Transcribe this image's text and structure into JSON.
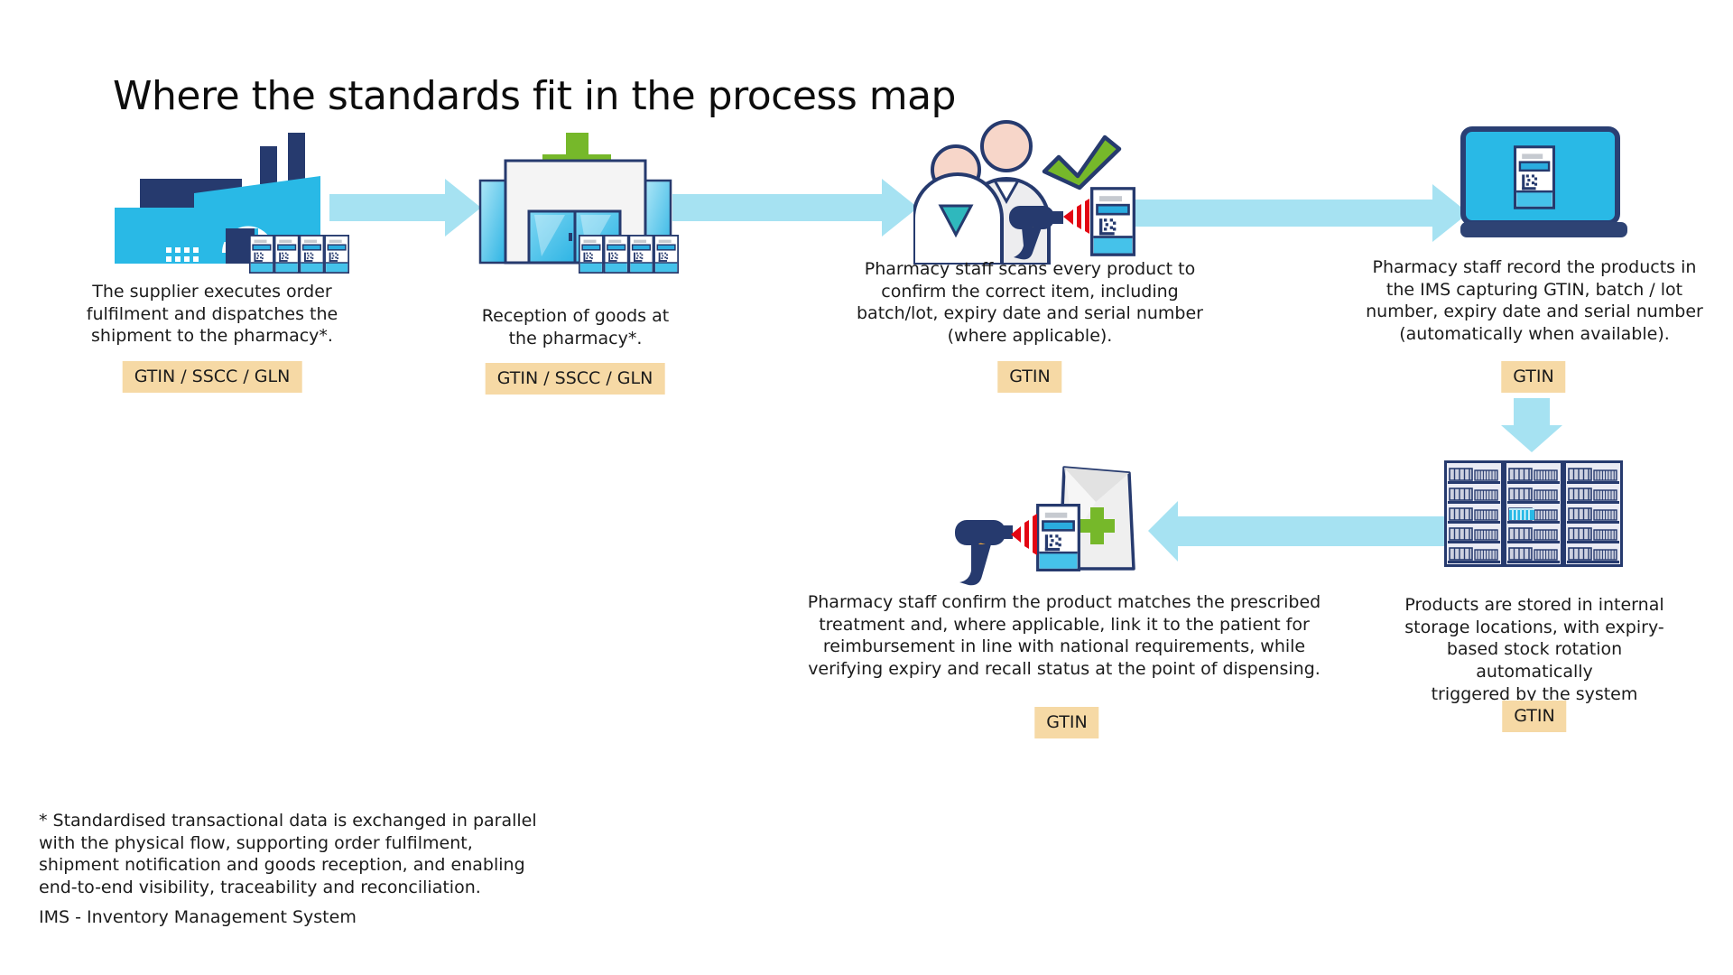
{
  "title": "Where the standards fit in the process map",
  "steps": [
    {
      "label": "supplier-dispatch",
      "icon": "factory-icon",
      "text": "The supplier executes order\nfulfilment and dispatches the\nshipment to the pharmacy*.",
      "badge": "GTIN / SSCC / GLN"
    },
    {
      "label": "goods-reception",
      "icon": "pharmacy-building-icon",
      "text": "Reception of goods at\nthe pharmacy*.",
      "badge": "GTIN / SSCC / GLN"
    },
    {
      "label": "product-scanning",
      "icon": "staff-scanning-icon",
      "text": "Pharmacy staff scans every product to\nconfirm the correct item, including\nbatch/lot, expiry date and serial number\n(where applicable).",
      "badge": "GTIN"
    },
    {
      "label": "ims-recording",
      "icon": "laptop-ims-icon",
      "text": "Pharmacy staff record the products in\nthe IMS capturing GTIN, batch / lot\nnumber, expiry date and serial number\n(automatically when available).",
      "badge": "GTIN"
    },
    {
      "label": "internal-storage",
      "icon": "storage-shelves-icon",
      "text": "Products are stored in internal\nstorage locations, with expiry-\nbased stock rotation automatically\ntriggered by the system",
      "badge": "GTIN"
    },
    {
      "label": "dispensing-verification",
      "icon": "scanner-dispensing-icon",
      "text": "Pharmacy staff confirm the product matches the prescribed\ntreatment and, where applicable, link it to the patient for\nreimbursement in line with national requirements, while\nverifying expiry and recall status at the point of dispensing.",
      "badge": "GTIN"
    }
  ],
  "footnote": "* Standardised transactional data is exchanged in parallel\nwith the physical flow, supporting order fulfilment,\nshipment notification and goods reception, and enabling\nend-to-end visibility, traceability and reconciliation.",
  "ims_definition": "IMS - Inventory Management System",
  "colors": {
    "arrow": "#A6E2F2",
    "accent_cyan": "#29B9E6",
    "navy_outline": "#263A6E",
    "green": "#76B82A",
    "badge_bg": "#F6D9A5",
    "scan_red": "#E30613",
    "skin": "#F7D6C9",
    "teal_collar": "#2FB8BD",
    "trigger_yellow": "#F2A93B"
  }
}
